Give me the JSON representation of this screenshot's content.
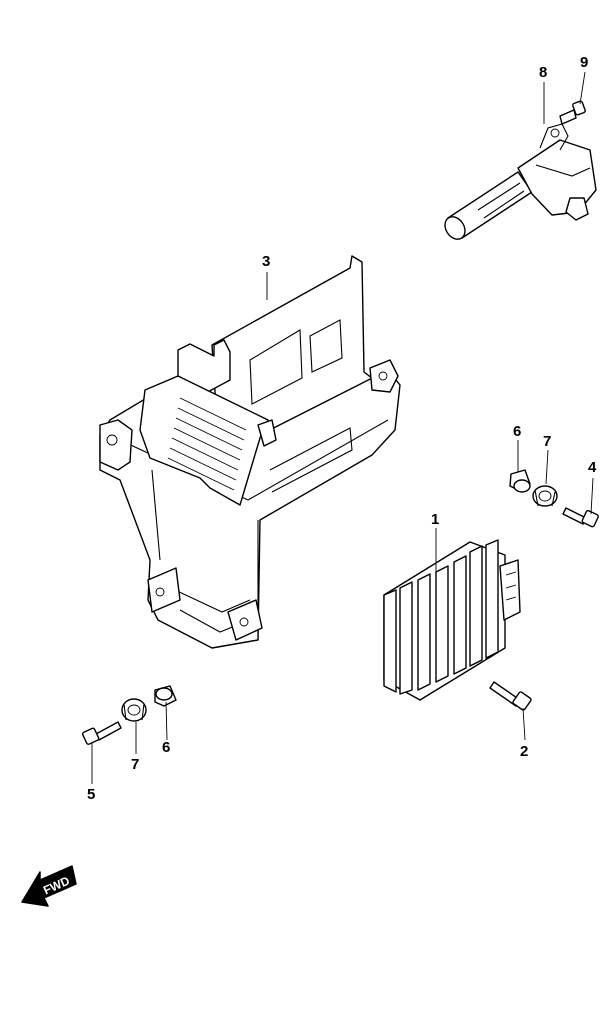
{
  "diagram": {
    "callouts": [
      {
        "id": "c1",
        "label": "1"
      },
      {
        "id": "c2",
        "label": "2"
      },
      {
        "id": "c3",
        "label": "3"
      },
      {
        "id": "c4",
        "label": "4"
      },
      {
        "id": "c5",
        "label": "5"
      },
      {
        "id": "c6a",
        "label": "6"
      },
      {
        "id": "c6b",
        "label": "6"
      },
      {
        "id": "c7a",
        "label": "7"
      },
      {
        "id": "c7b",
        "label": "7"
      },
      {
        "id": "c8",
        "label": "8"
      },
      {
        "id": "c9",
        "label": "9"
      }
    ],
    "fwd_label": "FWD"
  }
}
